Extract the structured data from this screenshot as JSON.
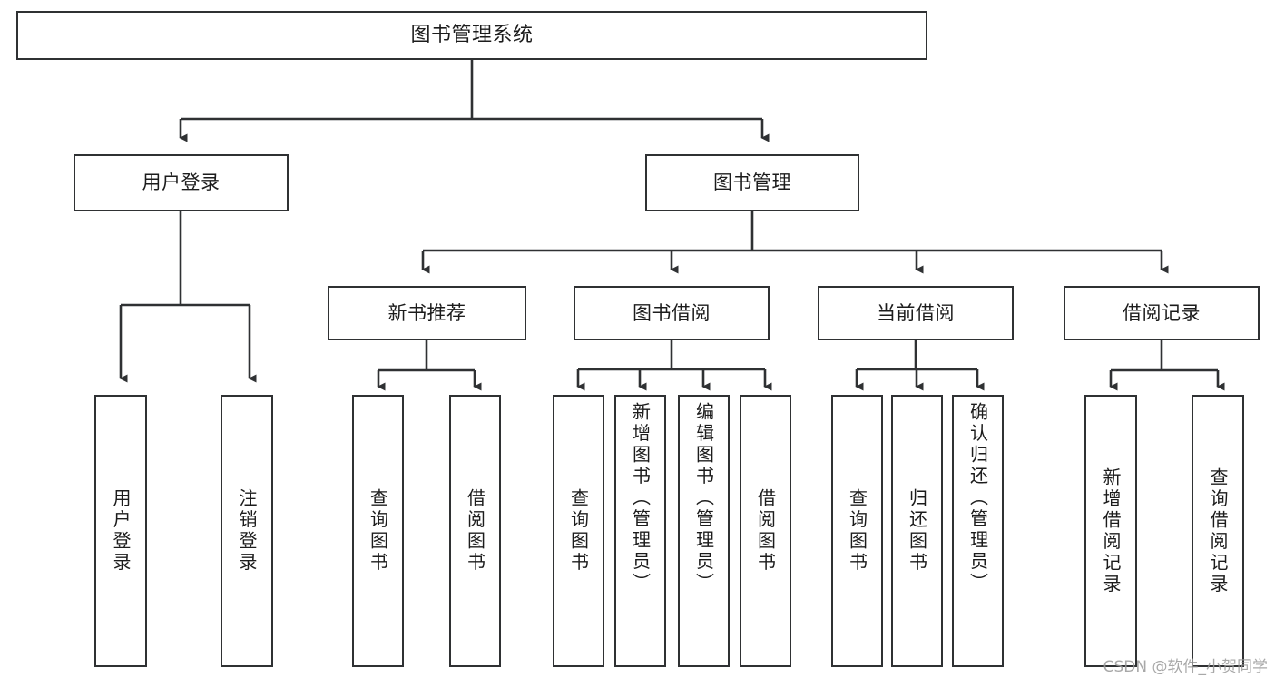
{
  "diagram": {
    "title": "图书管理系统",
    "watermark": "CSDN @软件_小贺同学",
    "colors": {
      "stroke": "#2f3133",
      "background": "#ffffff",
      "text": "#1c1c1c",
      "watermark": "#9a9a9a"
    },
    "levels": {
      "root": {
        "label": "图书管理系统"
      },
      "level2": [
        {
          "label": "用户登录"
        },
        {
          "label": "图书管理"
        }
      ],
      "level3": [
        {
          "label": "新书推荐"
        },
        {
          "label": "图书借阅"
        },
        {
          "label": "当前借阅"
        },
        {
          "label": "借阅记录"
        }
      ],
      "leaves": {
        "user_login": [
          {
            "label": "用户登录"
          },
          {
            "label": "注销登录"
          }
        ],
        "new_book_recommend": [
          {
            "label": "查询图书"
          },
          {
            "label": "借阅图书"
          }
        ],
        "book_borrow": [
          {
            "label": "查询图书"
          },
          {
            "label": "新增图书（管理员）"
          },
          {
            "label": "编辑图书（管理员）"
          },
          {
            "label": "借阅图书"
          }
        ],
        "current_borrow": [
          {
            "label": "查询图书"
          },
          {
            "label": "归还图书"
          },
          {
            "label": "确认归还（管理员）"
          }
        ],
        "borrow_record": [
          {
            "label": "新增借阅记录"
          },
          {
            "label": "查询借阅记录"
          }
        ]
      }
    }
  }
}
